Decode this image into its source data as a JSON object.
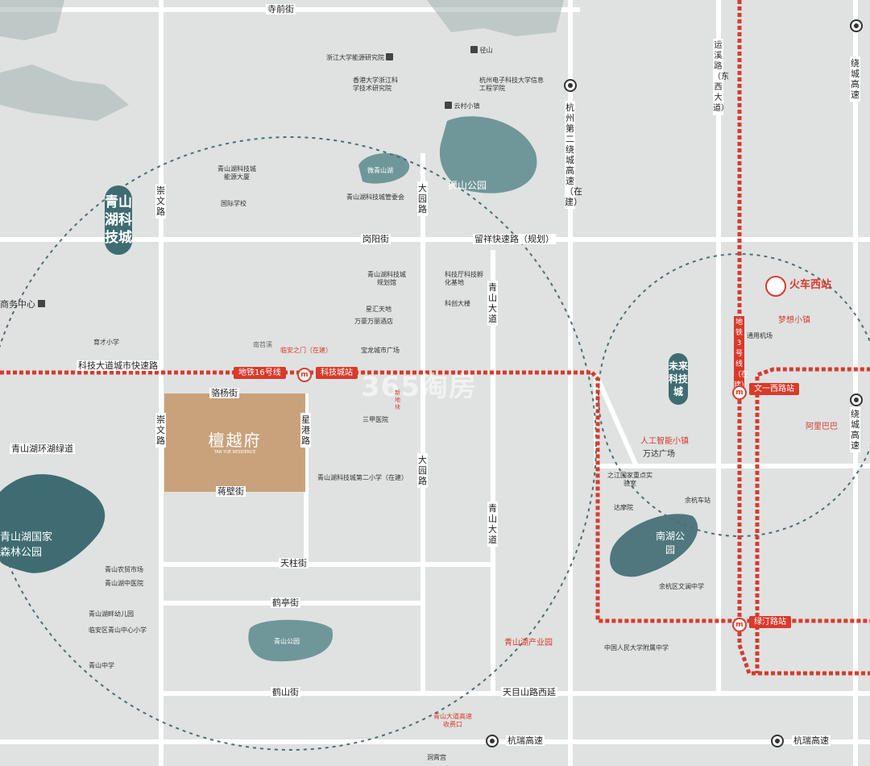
{
  "roads": {
    "siqian": "寺前街",
    "gangyang": "岗阳街",
    "liuxiang": "留祥快速路（规划）",
    "kejidadao": "科技大道城市快速路",
    "luoyang": "骆杨街",
    "jibi": "蒋壁街",
    "tianzhu": "天柱街",
    "heting": "鹤亭街",
    "heshan": "鹤山街",
    "tianmushan": "天目山路西延",
    "hangrui_1": "杭瑞高速",
    "hangrui_2": "杭瑞高速",
    "chongwen_1": "崇文路",
    "chongwen_2": "崇文路",
    "dayuan_1": "大园路",
    "dayuan_2": "大园路",
    "qingshan_1": "青山大道",
    "qingshan_2": "青山大道",
    "xinggang": "星港路",
    "ring2": "杭州第二绕城高速（在建）",
    "yunxi": "运溪路（东西大道）",
    "raocheng_1": "绕城高速",
    "raocheng_2": "绕城高速",
    "greenway": "青山湖环湖绿道",
    "metro16": "地铁16号线",
    "metro3": "地铁3号线（在建）",
    "hidden_road": "南苕溪"
  },
  "districts": {
    "qingshanhu": "青山湖科技城",
    "weilai": "未来科技城"
  },
  "plot": {
    "name": "檀越府",
    "sub": "TAN YUE RESIDENCE"
  },
  "stations": {
    "kejicheng": "科技城站",
    "wenyixi": "文一西路站",
    "lvding": "绿汀路站",
    "huochexi": "火车西站"
  },
  "parks": {
    "shishan": "狮山公园",
    "weiqingshan": "微青山湖",
    "nanhu": "南湖公园",
    "qingshan": "青山公园",
    "forest": "青山湖国家森林公园"
  },
  "pois": {
    "zju": "浙江大学能源研究院",
    "jingshan": "径山",
    "hkust": "香港大学浙江科学技术研究院",
    "hdu": "杭州电子科技大学信息工程学院",
    "yuncun": "云村小镇",
    "energy": "青山湖科技城能源大厦",
    "intl_school": "国际学校",
    "admin": "青山湖科技城管委会",
    "plan_hall": "青山湖科技城规划馆",
    "incubator": "科技厅科技孵化基地",
    "star": "星汇天地",
    "kechuang": "科创大楼",
    "wanhao": "万豪万丽酒店",
    "business": "商务中心",
    "yucai": "育才小学",
    "linan_gate": "临安之门（在建）",
    "baolong": "宝龙城市广场",
    "sanjia": "三甲医院",
    "school2": "青山湖科技城第二小学（在建）",
    "hospital": "青山湖中医院",
    "market": "青山农贸市场",
    "kinder": "青山湖畔幼儿园",
    "central": "临安区青山中心小学",
    "middle": "青山中学",
    "ai_town": "人工智能小镇",
    "wanda": "万达广场",
    "lab": "之江国家重点实验室",
    "yuhang_station": "余杭车站",
    "damo": "达摩院",
    "wenlan": "余杭区文澜中学",
    "dream": "梦想小镇",
    "airport": "通用机场",
    "alibaba": "阿里巴巴",
    "industry": "青山湖产业园",
    "renda": "中国人民大学附属中学",
    "tollgate": "青山大道高速收费口",
    "dongyue": "洞霄宫",
    "new_site": "新地块"
  },
  "watermark": "365淘房",
  "colors": {
    "background": "#dfe2e1",
    "metro": "#d93a2b",
    "water": "#3f6c72",
    "plot": "#c9a27b"
  }
}
